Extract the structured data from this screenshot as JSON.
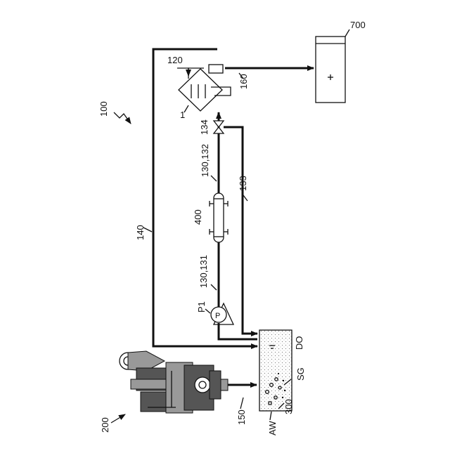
{
  "labels": {
    "system": "100",
    "engine": "200",
    "tank": "300",
    "separator": "400",
    "storage": "700",
    "device": "1",
    "inlet": "120",
    "outlet_line": "160",
    "valve": "134",
    "line_upper": "130,132",
    "line_lower": "130,131",
    "return_line": "133",
    "bypass_line": "140",
    "discharge_line": "150",
    "pump": "P1",
    "pump_symbol": "P",
    "oil": "DO",
    "gas": "SG",
    "water": "AW"
  }
}
